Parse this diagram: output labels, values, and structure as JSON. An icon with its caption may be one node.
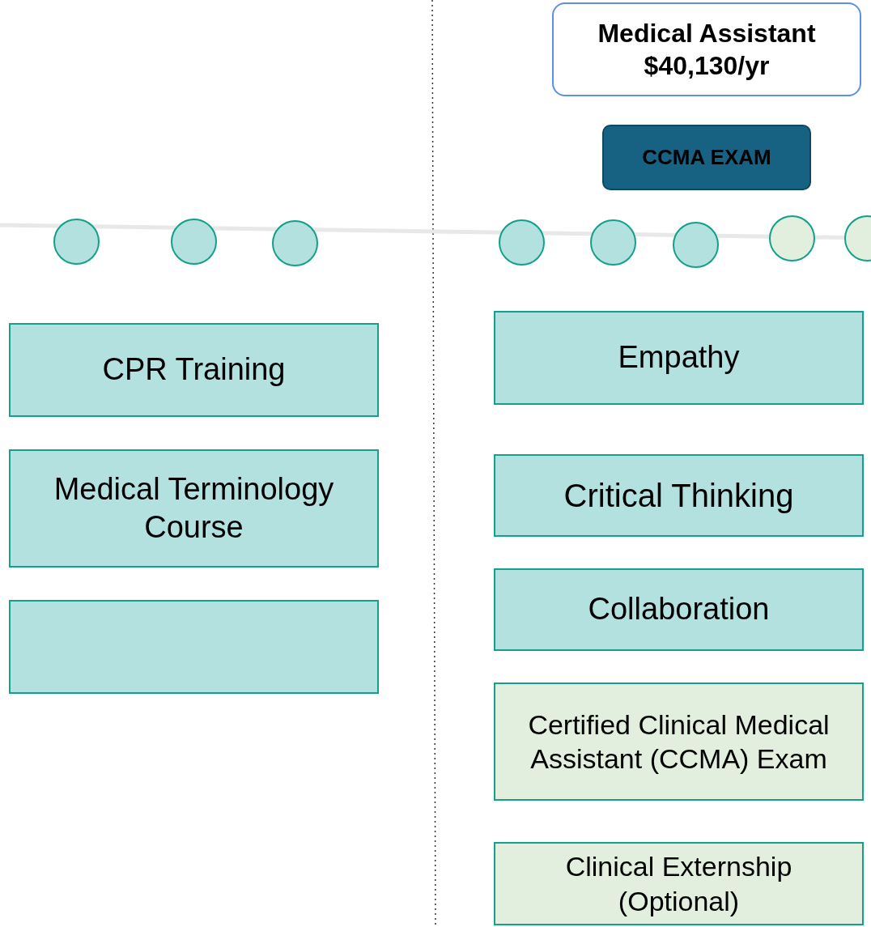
{
  "diagram": {
    "nodes": [
      {
        "text": [
          "Medical Assistant",
          "$40,130/yr"
        ]
      },
      {
        "text": [
          "CCMA EXAM"
        ]
      },
      {
        "text": [],
        "shape": "circle"
      },
      {
        "text": [],
        "shape": "circle"
      },
      {
        "text": [],
        "shape": "circle"
      },
      {
        "text": [],
        "shape": "circle"
      },
      {
        "text": [],
        "shape": "circle"
      },
      {
        "text": [],
        "shape": "circle"
      },
      {
        "text": [],
        "shape": "circle"
      },
      {
        "text": [],
        "shape": "circle"
      },
      {
        "text": [
          "CPR Training"
        ]
      },
      {
        "text": [
          "Medical Terminology Course"
        ]
      },
      {
        "text": [],
        "shape": "box"
      },
      {
        "text": [
          "Empathy"
        ]
      },
      {
        "text": [
          "Critical Thinking"
        ]
      },
      {
        "text": [
          "Collaboration"
        ]
      },
      {
        "text": [
          "Certified Clinical Medical Assistant (CCMA) Exam"
        ]
      },
      {
        "text": [
          "Clinical Externship (Optional)"
        ]
      }
    ],
    "edges": []
  }
}
